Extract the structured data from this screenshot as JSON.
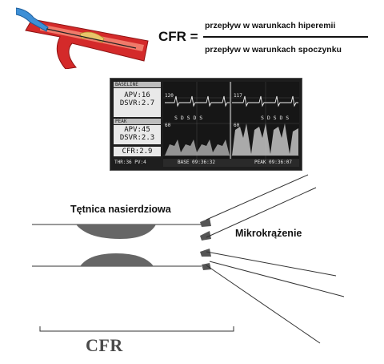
{
  "formula": {
    "lhs": "CFR =",
    "numerator": "przepływ w warunkach hiperemii",
    "denominator": "przepływ w warunkach spoczynku"
  },
  "monitor": {
    "baseline_header": "BASELINE",
    "baseline_apv": "APV:16",
    "baseline_dsvr": "DSVR:2.7",
    "peak_header": "PEAK",
    "peak_apv": "APV:45",
    "peak_dsvr": "DSVR:2.3",
    "cfr": "CFR:2.9",
    "footer_left": "THR:36  PV:4",
    "scale_top_left": "120",
    "scale_top_right": "117",
    "scale_60_left": "60",
    "scale_60_right": "60",
    "marker_left": "S D S D S",
    "marker_right": "S D S D S",
    "base_time": "BASE 09:36:32",
    "peak_time": "PEAK 09:36:07"
  },
  "diagram": {
    "artery_label": "Tętnica nasierdziowa",
    "micro_label": "Mikrokrążenie",
    "span_label": "CFR"
  },
  "colors": {
    "artery_red": "#d42a2a",
    "catheter_blue": "#3d8fd6",
    "plaque_gray": "#6b6b6b",
    "monitor_bg": "#1e1e1e"
  }
}
